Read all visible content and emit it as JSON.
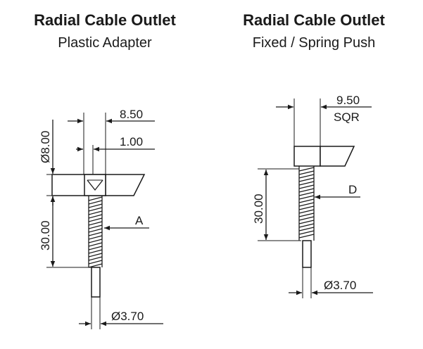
{
  "left": {
    "title": "Radial Cable Outlet",
    "subtitle": "Plastic Adapter",
    "dims": {
      "width_top": "8.50",
      "gap": "1.00",
      "dia_cap": "Ø8.00",
      "length": "30.00",
      "dia_cable": "Ø3.70",
      "callout": "A"
    }
  },
  "right": {
    "title": "Radial Cable Outlet",
    "subtitle": "Fixed / Spring Push",
    "dims": {
      "width_top": "9.50",
      "width_unit": "SQR",
      "length": "30.00",
      "dia_cable": "Ø3.70",
      "callout": "D"
    }
  },
  "colors": {
    "ink": "#1a1a1a",
    "background": "#ffffff"
  }
}
